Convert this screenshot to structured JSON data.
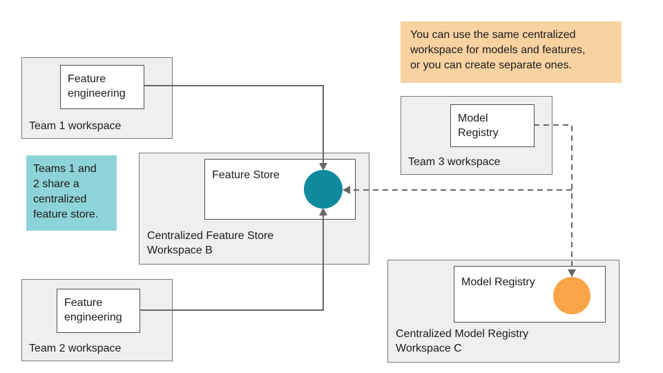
{
  "diagram": {
    "workspaces": {
      "team1": {
        "label": "Team 1 workspace",
        "node": "Feature\nengineering"
      },
      "team2": {
        "label": "Team 2 workspace",
        "node": "Feature\nengineering"
      },
      "team3": {
        "label": "Team 3 workspace",
        "node": "Model\nRegistry"
      },
      "feature_store": {
        "label": "Centralized Feature Store\nWorkspace B",
        "node": "Feature Store"
      },
      "model_registry": {
        "label": "Centralized Model Registry\nWorkspace C",
        "node": "Model Registry"
      }
    },
    "notes": {
      "teal": "Teams 1 and\n2 share a\ncentralized\nfeature store.",
      "orange": "You can use the same centralized\nworkspace for models and features,\nor you can create separate ones."
    },
    "colors": {
      "feature_store_circle": "#0f8a9d",
      "model_registry_circle": "#f9a547",
      "teal_note_bg": "#8fd3da",
      "orange_note_bg": "#f9d2a2",
      "workspace_fill": "#efefef",
      "workspace_border": "#777777",
      "node_border": "#4d4d4d",
      "connector": "#666666",
      "text": "#1a1a1a"
    }
  }
}
